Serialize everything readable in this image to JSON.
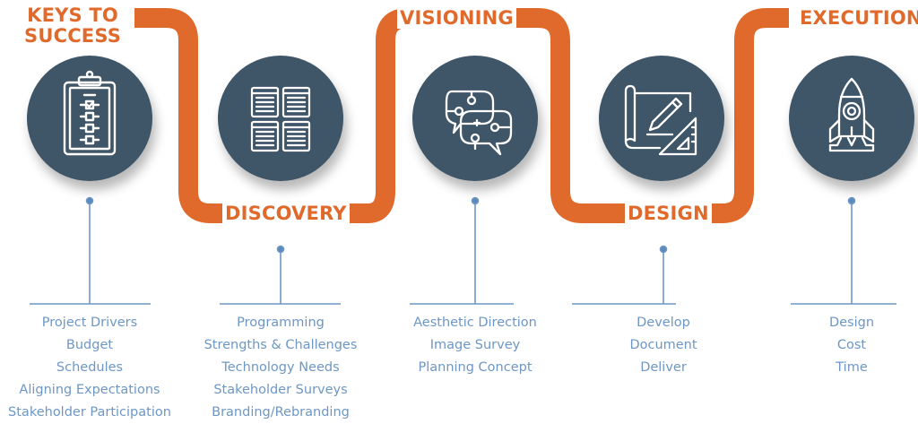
{
  "colors": {
    "orange": "#e06a2b",
    "circle": "#3f5568",
    "connector": "#6d97c4",
    "text": "#6d97c4"
  },
  "stages": [
    {
      "title_lines": [
        "KEYS TO",
        "SUCCESS"
      ],
      "icon": "clipboard-checklist-icon",
      "items": [
        "Project Drivers",
        "Budget",
        "Schedules",
        "Aligning Expectations",
        "Stakeholder Participation"
      ]
    },
    {
      "title_lines": [
        "DISCOVERY"
      ],
      "icon": "document-grid-icon",
      "items": [
        "Programming",
        "Strengths & Challenges",
        "Technology Needs",
        "Stakeholder Surveys",
        "Branding/Rebranding"
      ]
    },
    {
      "title_lines": [
        "VISIONING"
      ],
      "icon": "chat-bubbles-circuit-icon",
      "items": [
        "Aesthetic Direction",
        "Image Survey",
        "Planning Concept"
      ]
    },
    {
      "title_lines": [
        "DESIGN"
      ],
      "icon": "blueprint-pencil-ruler-icon",
      "items": [
        "Develop",
        "Document",
        "Deliver"
      ]
    },
    {
      "title_lines": [
        "EXECUTION"
      ],
      "icon": "rocket-icon",
      "items": [
        "Design",
        "Cost",
        "Time"
      ]
    }
  ]
}
